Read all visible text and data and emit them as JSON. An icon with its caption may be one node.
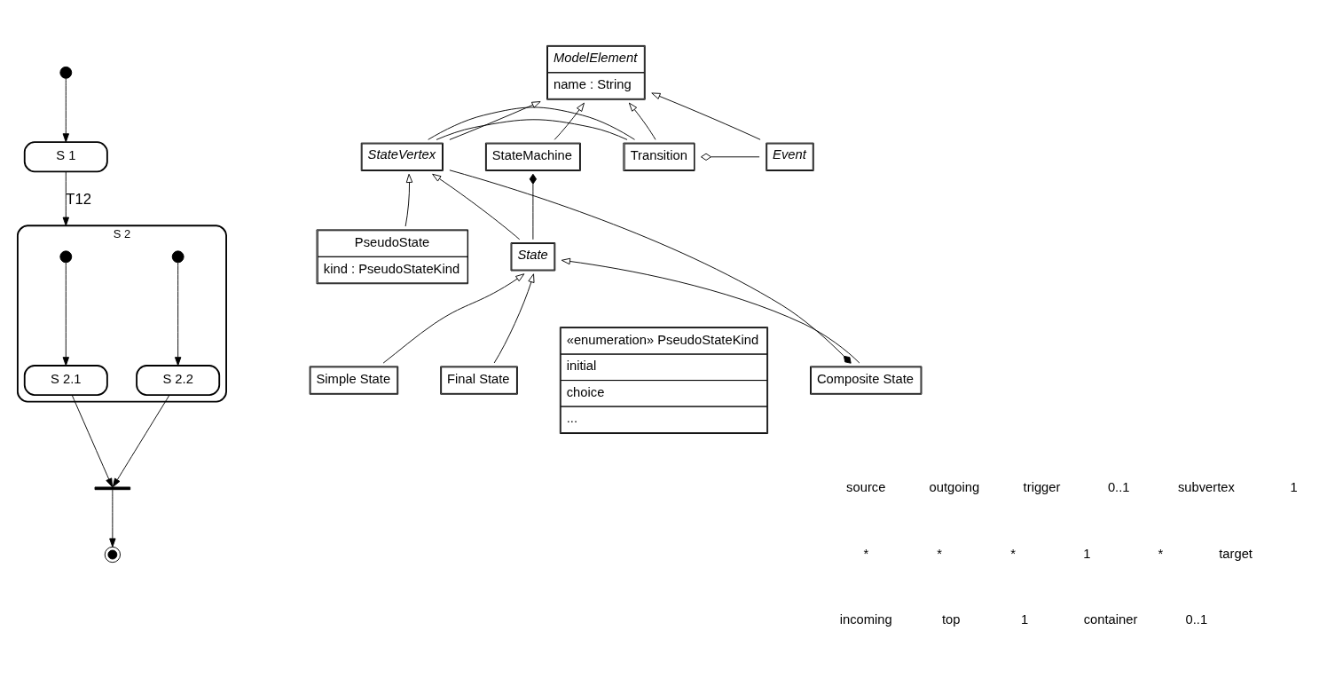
{
  "diagram": {
    "nodes": [
      {
        "text": [],
        "shape": "circle"
      },
      {
        "text": [
          "S 1"
        ]
      },
      {
        "text": [
          "S 2"
        ]
      },
      {
        "text": [],
        "shape": "circle",
        "in": 2
      },
      {
        "text": [
          "S 2.1"
        ],
        "in": 2
      },
      {
        "text": [
          "S 2.2"
        ],
        "in": 2
      },
      {
        "text": [],
        "shape": "circle",
        "in": 2
      },
      {
        "text": [],
        "shape": "bar"
      },
      {
        "text": [],
        "shape": "bullseye"
      },
      {
        "text": [
          "ModelElement",
          "name : String"
        ]
      },
      {
        "text": [
          "StateMachine"
        ]
      },
      {
        "text": [
          "StateVertex"
        ]
      },
      {
        "text": [
          "Transition"
        ]
      },
      {
        "text": [
          "Event"
        ]
      },
      {
        "text": [
          "PseudoState",
          "kind : PseudoStateKind"
        ]
      },
      {
        "text": [
          "State"
        ]
      },
      {
        "text": [
          "Composite State"
        ]
      },
      {
        "text": [
          "Simple State"
        ]
      },
      {
        "text": [
          "Final State"
        ]
      },
      {
        "text": [
          "«enumeration» PseudoStateKind",
          "initial",
          "choice",
          "..."
        ]
      }
    ],
    "edges": [
      {
        "from": 0,
        "to": 1,
        "arrow": "to"
      },
      {
        "from": 1,
        "to": 2,
        "arrow": "to",
        "label": "T12"
      },
      {
        "from": 3,
        "to": 4,
        "arrow": "to"
      },
      {
        "from": 6,
        "to": 5,
        "arrow": "to"
      },
      {
        "from": 4,
        "to": 7,
        "arrow": "to"
      },
      {
        "from": 5,
        "to": 7,
        "arrow": "to"
      },
      {
        "from": 7,
        "to": 8,
        "arrow": "to"
      },
      {
        "from": 10,
        "to": 9,
        "arrow": "to"
      },
      {
        "from": 11,
        "to": 9,
        "arrow": "to"
      },
      {
        "from": 12,
        "to": 9,
        "arrow": "to"
      },
      {
        "from": 13,
        "to": 9,
        "arrow": "to"
      },
      {
        "from": 11,
        "to": 12,
        "arrow": "none"
      },
      {
        "from": 11,
        "to": 12,
        "arrow": "none"
      },
      {
        "from": 10,
        "to": 15,
        "arrow": "other"
      },
      {
        "from": 12,
        "to": 13,
        "arrow": "other"
      },
      {
        "from": 14,
        "to": 11,
        "arrow": "to"
      },
      {
        "from": 15,
        "to": 11,
        "arrow": "to"
      },
      {
        "from": 16,
        "to": 15,
        "arrow": "to"
      },
      {
        "from": 17,
        "to": 15,
        "arrow": "to"
      },
      {
        "from": 18,
        "to": 15,
        "arrow": "to"
      },
      {
        "from": 16,
        "to": 11,
        "arrow": "other"
      }
    ],
    "labels": [
      "source",
      "outgoing",
      "trigger",
      "0..1",
      "subvertex",
      "1",
      "*",
      "*",
      "*",
      "1",
      "*",
      "target",
      "incoming",
      "top",
      "1",
      "container",
      "0..1"
    ]
  }
}
